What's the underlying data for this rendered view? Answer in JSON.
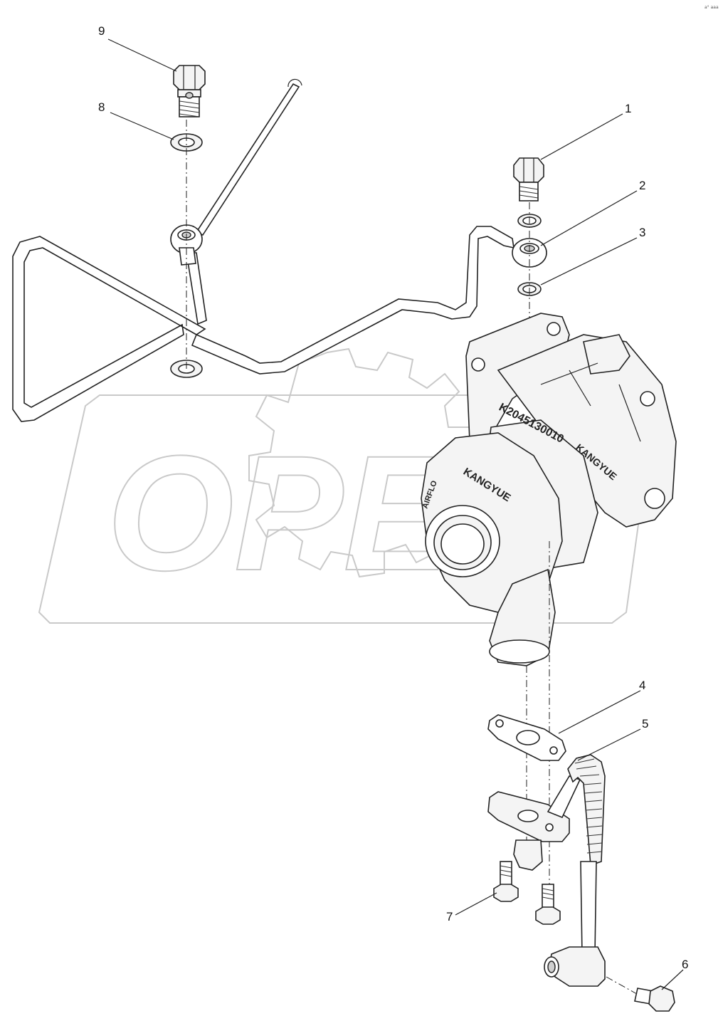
{
  "callouts": [
    {
      "id": "1",
      "label": "1"
    },
    {
      "id": "2",
      "label": "2"
    },
    {
      "id": "3",
      "label": "3"
    },
    {
      "id": "4",
      "label": "4"
    },
    {
      "id": "5",
      "label": "5"
    },
    {
      "id": "6",
      "label": "6"
    },
    {
      "id": "7",
      "label": "7"
    },
    {
      "id": "8",
      "label": "8"
    },
    {
      "id": "9",
      "label": "9"
    }
  ],
  "turbo_markings": {
    "part_number": "K2045130010",
    "brand_1": "KANGYUE",
    "brand_2": "KANGYUE",
    "sub_marking": "AIRFLO"
  },
  "watermark": {
    "text": "OPEX"
  },
  "corner_mark": "a° aaa",
  "colors": {
    "line": "#222222",
    "watermark": "#c9c9c9",
    "background": "#ffffff"
  }
}
